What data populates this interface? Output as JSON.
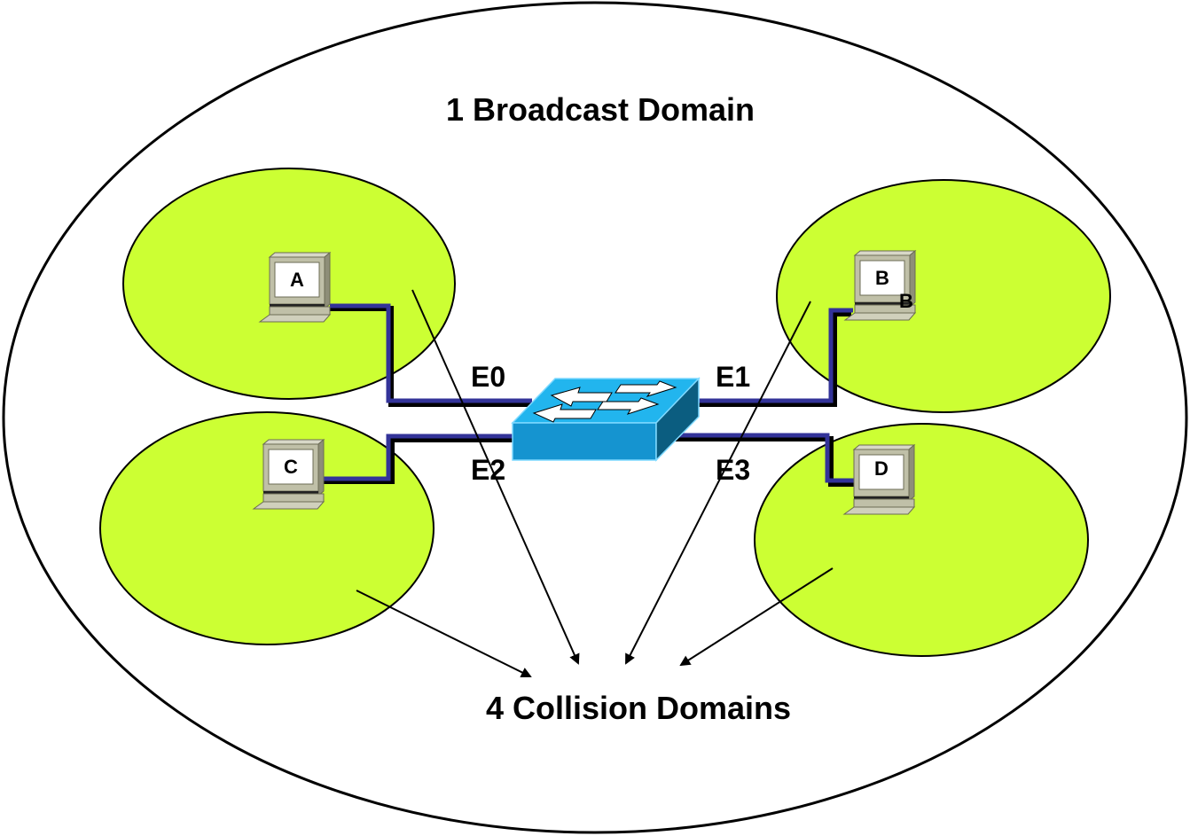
{
  "diagram": {
    "type": "network-topology",
    "title": "1 Broadcast Domain",
    "caption": "4 Collision Domains",
    "colors": {
      "collision_domain_fill": "#ccff33",
      "cable": "#333399",
      "cable_shadow": "#000000",
      "switch_top": "#22b5ee",
      "switch_front": "#1594d0",
      "switch_side": "#0b5d80",
      "pc_body": "#c0c0a8",
      "outline": "#000000"
    },
    "switch": {
      "name": "switch",
      "ports": [
        "E0",
        "E1",
        "E2",
        "E3"
      ]
    },
    "hosts": [
      {
        "id": "A",
        "label": "A",
        "port": "E0",
        "extra_label": ""
      },
      {
        "id": "B",
        "label": "B",
        "port": "E1",
        "extra_label": "B"
      },
      {
        "id": "C",
        "label": "C",
        "port": "E2",
        "extra_label": ""
      },
      {
        "id": "D",
        "label": "D",
        "port": "E3",
        "extra_label": ""
      }
    ],
    "collision_domain_count": 4,
    "broadcast_domain_count": 1
  }
}
